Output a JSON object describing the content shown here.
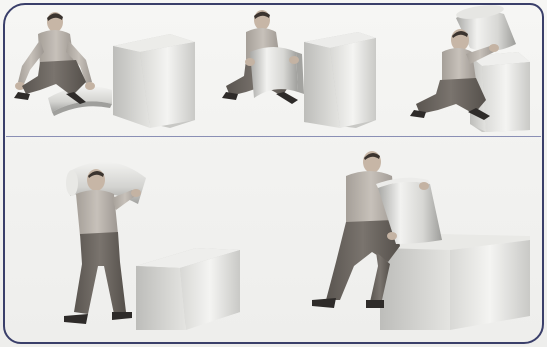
{
  "image": {
    "kind": "illustration",
    "panels": [
      "panel-1",
      "panel-2",
      "panel-3",
      "panel-4",
      "panel-5"
    ]
  },
  "colors": {
    "frame_border": "#3a3f6a",
    "background": "#f3f3f1",
    "skin": "#c9b9aa",
    "shirt": "#b9b2aa",
    "trousers": "#6b6560",
    "shoes": "#2d2b2a",
    "box_light": "#f0f0ee",
    "box_side": "#cfcfcc",
    "box_dark": "#b5b5b2"
  }
}
